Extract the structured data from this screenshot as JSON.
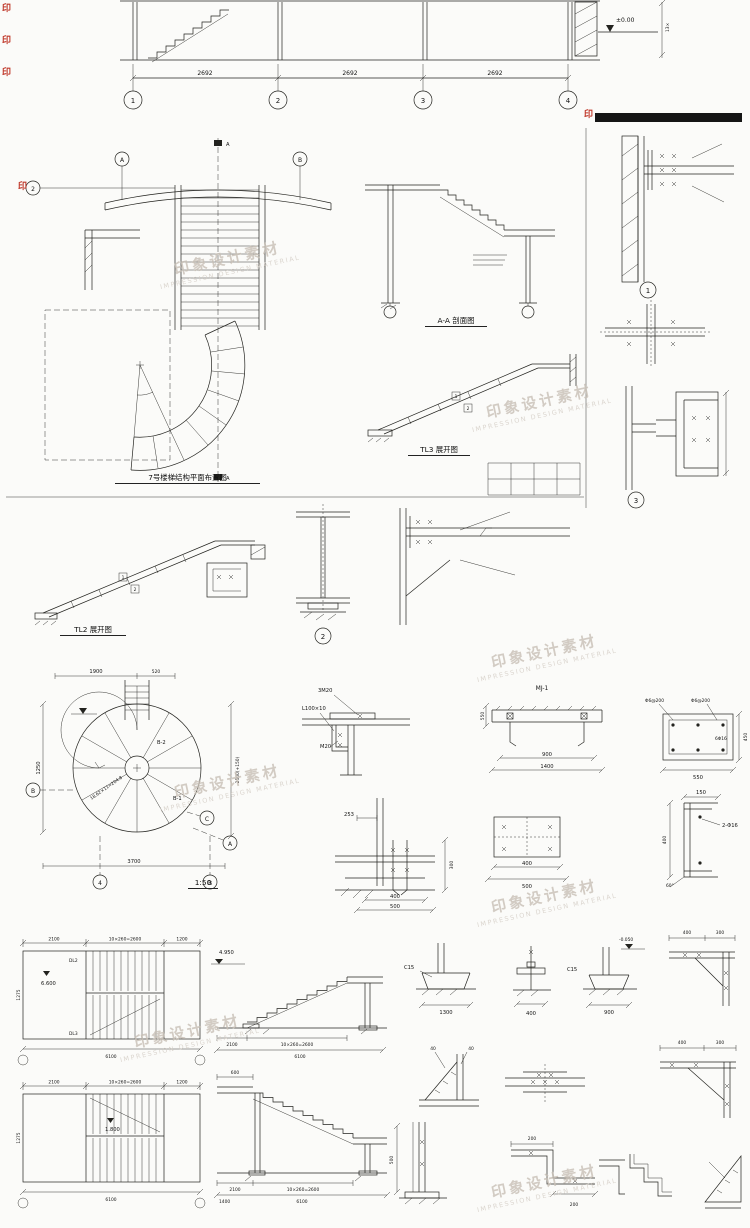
{
  "watermark": {
    "cn": "印象设计素材",
    "en": "IMPRESSION DESIGN MATERIAL"
  },
  "stamp": {
    "char": "印"
  },
  "top_elevation": {
    "dim1": "2692",
    "dim2": "2692",
    "dim3": "2692",
    "axis1": "1",
    "axis2": "2",
    "axis3": "3",
    "axis4": "4",
    "level": "±0.00",
    "side_note": "13×"
  },
  "plan7": {
    "title": "7号楼梯结构平面布置图",
    "axis_a": "A",
    "axis_b": "B",
    "axis_2": "2",
    "flag": "A"
  },
  "section_aa": {
    "title": "A-A 剖面图"
  },
  "tl3": {
    "title": "TL3 展开图",
    "m1": "1",
    "m2": "2"
  },
  "tl2": {
    "title": "TL2 展开图",
    "m1": "1",
    "m2": "2"
  },
  "d1": {
    "label": "1"
  },
  "d2": {
    "label": "2"
  },
  "d3": {
    "label": "3"
  },
  "spiral": {
    "scale": "1:50",
    "b1": "B-1",
    "b2": "B-2",
    "arc_note": "18.62×11=204.8",
    "dim_bottom": "3700",
    "dim_top": "1900",
    "dim_top2": "520",
    "dim_left": "1250",
    "dim_right": "2500(+150)",
    "ax4": "4",
    "axb": "B",
    "axb2": "B",
    "axc": "C",
    "axa": "A"
  },
  "bolt_detail": {
    "l1": "3M20",
    "l2": "L100×10",
    "l3": "M20"
  },
  "mj1": {
    "title": "MJ-1",
    "d900": "900",
    "d1400": "1400",
    "d550": "550"
  },
  "rebar": {
    "t1": "Φ6@200",
    "t2": "Φ6@200",
    "t3": "6Φ16",
    "db": "550",
    "dr": "450"
  },
  "anchor": {
    "d253": "253",
    "d400": "400",
    "d500": "500",
    "d300": "300"
  },
  "plate": {
    "d400": "400",
    "d500": "500"
  },
  "channel": {
    "d150": "150",
    "label": "2-Φ16",
    "d400": "400",
    "dang": "60°"
  },
  "plan_b1": {
    "d1": "2100",
    "d2": "10×260=2600",
    "d3": "1200",
    "total": "6100",
    "level": "6.600",
    "beam1": "DL2",
    "beam2": "DL3",
    "side": "1275"
  },
  "plan_b2": {
    "d1": "2100",
    "d2": "10×260=2600",
    "d3": "1200",
    "total": "6100",
    "level": "1.800",
    "side": "1275"
  },
  "sec_b1": {
    "d1": "2100",
    "d2": "10×260=2600",
    "total": "6100",
    "level": "4.950"
  },
  "sec_b2": {
    "d1": "2100",
    "d2": "10×260=2600",
    "total": "6100",
    "dtop": "600",
    "dbl": "1400"
  },
  "foot1": {
    "label": "C15",
    "dim": "1300"
  },
  "foot2": {
    "dim": "400"
  },
  "foot3": {
    "label": "C15",
    "level": "-0.050",
    "dim": "900"
  },
  "corner1": {
    "d1": "400",
    "d2": "300"
  },
  "weld1": {
    "d1": "40",
    "d2": "40"
  },
  "corner2": {
    "d1": "400",
    "d2": "300"
  },
  "chan_v": {
    "dim": "500"
  },
  "plates_b": {
    "d1": "200",
    "d2": "200"
  }
}
